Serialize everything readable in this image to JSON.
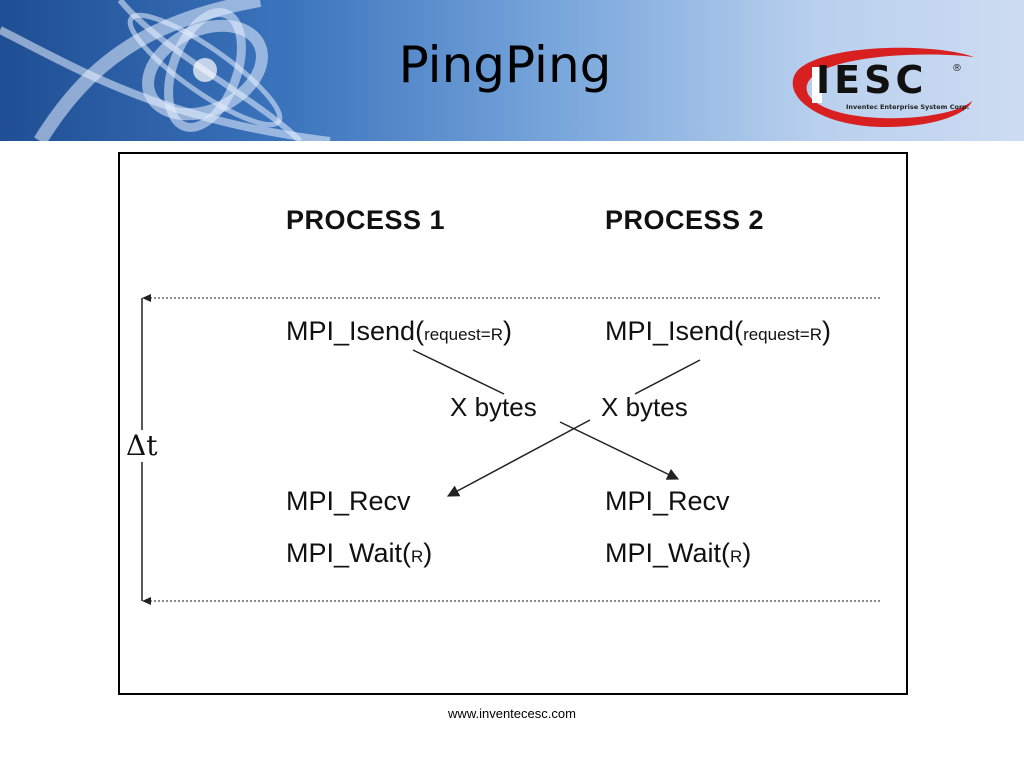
{
  "slide": {
    "title": "PingPing",
    "footer": "www.inventecesc.com"
  },
  "logo": {
    "letters": "IESC",
    "tagline": "Inventec Enterprise System Corp.",
    "registered": "®",
    "accent_color": "#d92020"
  },
  "diagram": {
    "process1": {
      "header": "PROCESS 1",
      "isend": "MPI_Isend(",
      "isend_arg": "request=R",
      "isend_close": ")",
      "recv": "MPI_Recv",
      "wait": "MPI_Wait(",
      "wait_arg": "R",
      "wait_close": ")"
    },
    "process2": {
      "header": "PROCESS 2",
      "isend": "MPI_Isend(",
      "isend_arg": "request=R",
      "isend_close": ")",
      "recv": "MPI_Recv",
      "wait": "MPI_Wait(",
      "wait_arg": "R",
      "wait_close": ")"
    },
    "message_left": "X bytes",
    "message_right": "X bytes",
    "delta_t": "Δt"
  }
}
